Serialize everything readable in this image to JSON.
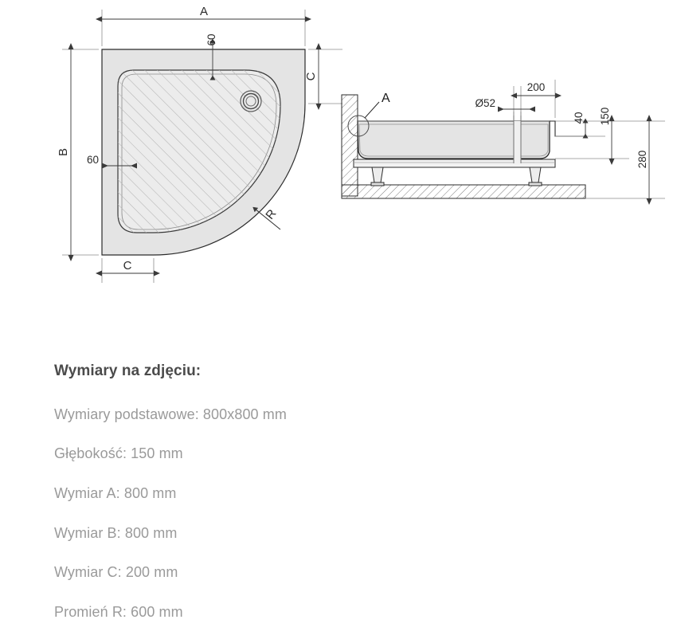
{
  "specs": {
    "title": "Wymiary na zdjęciu:",
    "lines": [
      "Wymiary podstawowe: 800x800 mm",
      "Głębokość: 150 mm",
      "Wymiar A: 800 mm",
      "Wymiar B: 800 mm",
      "Wymiar C: 200 mm",
      "Promień R: 600 mm"
    ]
  },
  "plan_view": {
    "name": "Shower tray plan view",
    "labels": {
      "width_a": "A",
      "height_b": "B",
      "corner_c_right": "C",
      "corner_c_bottom": "C",
      "rim_top": "60",
      "rim_left": "60",
      "radius": "R"
    }
  },
  "section_view": {
    "name": "Shower tray cross section",
    "labels": {
      "detail_marker": "A",
      "drain_diameter": "Ø52",
      "drain_offset": "200",
      "rim_thickness": "40",
      "tray_depth": "150",
      "total_height": "280"
    }
  },
  "colors": {
    "outline": "#2b2b2b",
    "dimension_line": "#6d6d6d",
    "tray_fill": "#e3e3e3",
    "hatch": "#b8b8b8",
    "wall_hatch": "#7a7a7a",
    "title_text": "#4b4b4b",
    "spec_text": "#9a9a9a"
  }
}
